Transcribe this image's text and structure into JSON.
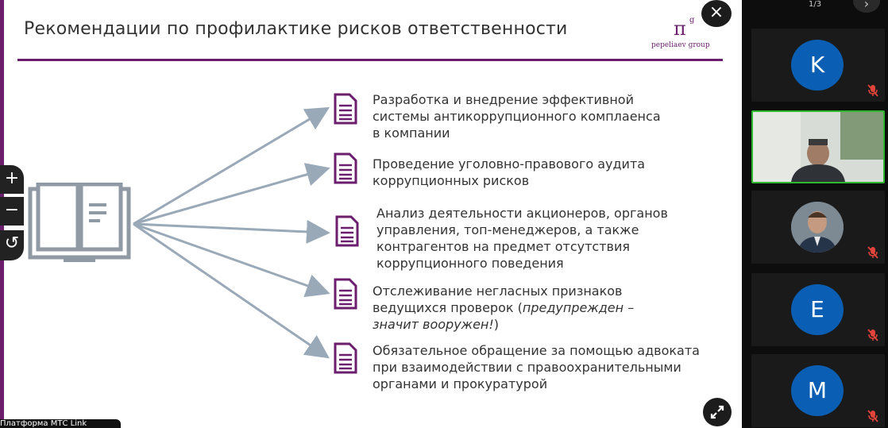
{
  "slide": {
    "title": "Рекомендации по профилактике рисков ответственности",
    "logo": {
      "symbol": "π",
      "superscript": "g",
      "name": "pepeliaev group"
    },
    "items": [
      {
        "lines": [
          "Разработка и внедрение эффективной",
          "системы антикоррупционного комплаенса",
          "в компании"
        ]
      },
      {
        "lines": [
          "Проведение уголовно-правового аудита",
          "коррупционных рисков"
        ]
      },
      {
        "lines": [
          "Анализ деятельности акционеров, органов",
          "управления, топ-менеджеров, а также",
          "контрагентов на предмет отсутствия",
          "коррупционного поведения"
        ]
      },
      {
        "line1": "Отслеживание негласных признаков",
        "line2_pre": "ведущихся проверок (",
        "line2_italic": "предупрежден –",
        "line3_italic": "значит вооружен!",
        "line3_post": ")"
      },
      {
        "lines": [
          "Обязательное обращение за помощью адвоката",
          "при взаимодействии с правоохранительными",
          "органами и прокуратурой"
        ]
      }
    ],
    "accent_color": "#6b1e6e",
    "arrow_color": "#9aa9b8",
    "icon_color": "#6b1e6e"
  },
  "viewer": {
    "close_icon": "×",
    "zoom_in_icon": "+",
    "zoom_out_icon": "−",
    "reset_icon": "↺",
    "caption": "Платформа МТС Link"
  },
  "participants": {
    "page_counter": "1/3",
    "next_icon": "›",
    "tiles": [
      {
        "initial": "K",
        "avatar_color": "#0a5fb4",
        "muted": true
      },
      {
        "initial": "",
        "video": true,
        "muted": false
      },
      {
        "initial": "",
        "photo": true,
        "muted": true
      },
      {
        "initial": "E",
        "avatar_color": "#0a5fb4",
        "muted": true
      },
      {
        "initial": "M",
        "avatar_color": "#0a5fb4",
        "muted": true
      }
    ]
  }
}
